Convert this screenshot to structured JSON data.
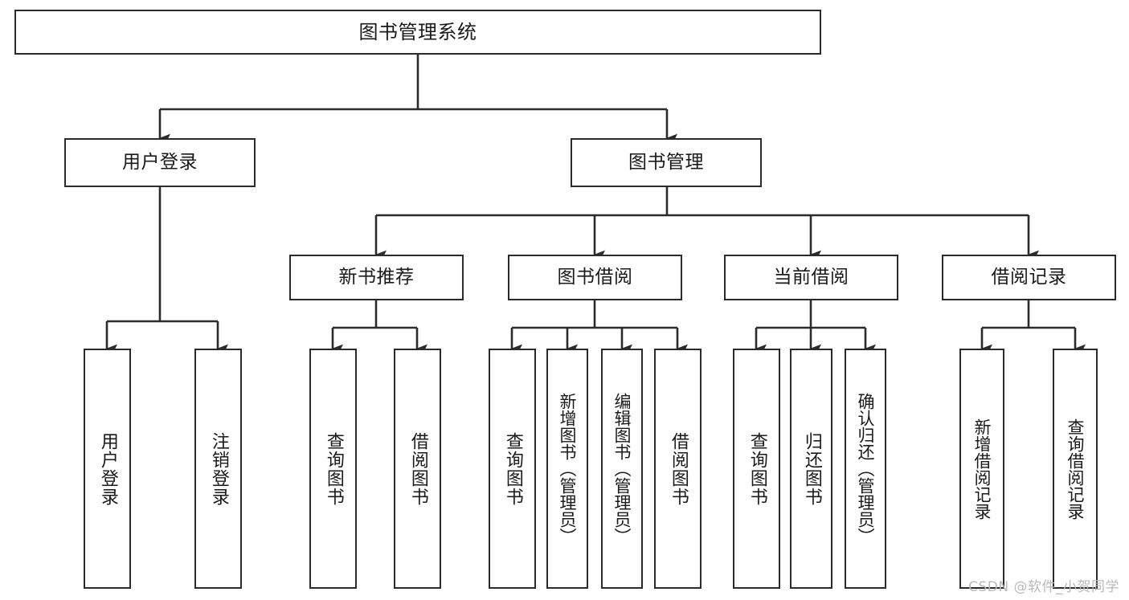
{
  "diagram": {
    "title": "图书管理系统",
    "type": "tree-hierarchy",
    "watermark": "CSDN @软件_小贺同学",
    "colors": {
      "box_border": "#2b2b2b",
      "box_fill": "#ffffff",
      "edge": "#2b2b2b",
      "text": "#1a1a1a",
      "watermark": "#b9b9b9",
      "background": "#ffffff"
    }
  },
  "nodes": {
    "root": {
      "label": "图书管理系统"
    },
    "level2": [
      {
        "id": "user-login",
        "label": "用户登录"
      },
      {
        "id": "book-manage",
        "label": "图书管理"
      }
    ],
    "level3": [
      {
        "id": "new-book-recommend",
        "label": "新书推荐"
      },
      {
        "id": "book-borrow",
        "label": "图书借阅"
      },
      {
        "id": "current-borrow",
        "label": "当前借阅"
      },
      {
        "id": "borrow-record",
        "label": "借阅记录"
      }
    ],
    "leaves": {
      "user_login": [
        {
          "id": "leaf-user-login",
          "label": "用户登录"
        },
        {
          "id": "leaf-user-logout",
          "label": "注销登录"
        }
      ],
      "new_book_recommend": [
        {
          "id": "leaf-query-book-1",
          "label": "查询图书"
        },
        {
          "id": "leaf-borrow-book-1",
          "label": "借阅图书"
        }
      ],
      "book_borrow": [
        {
          "id": "leaf-query-book-2",
          "label": "查询图书"
        },
        {
          "id": "leaf-add-book",
          "label": "新增图书（管理员）"
        },
        {
          "id": "leaf-edit-book",
          "label": "编辑图书（管理员）"
        },
        {
          "id": "leaf-borrow-book-2",
          "label": "借阅图书"
        }
      ],
      "current_borrow": [
        {
          "id": "leaf-query-book-3",
          "label": "查询图书"
        },
        {
          "id": "leaf-return-book",
          "label": "归还图书"
        },
        {
          "id": "leaf-confirm-return",
          "label": "确认归还（管理员）"
        }
      ],
      "borrow_record": [
        {
          "id": "leaf-add-record",
          "label": "新增借阅记录"
        },
        {
          "id": "leaf-query-record",
          "label": "查询借阅记录"
        }
      ]
    }
  }
}
